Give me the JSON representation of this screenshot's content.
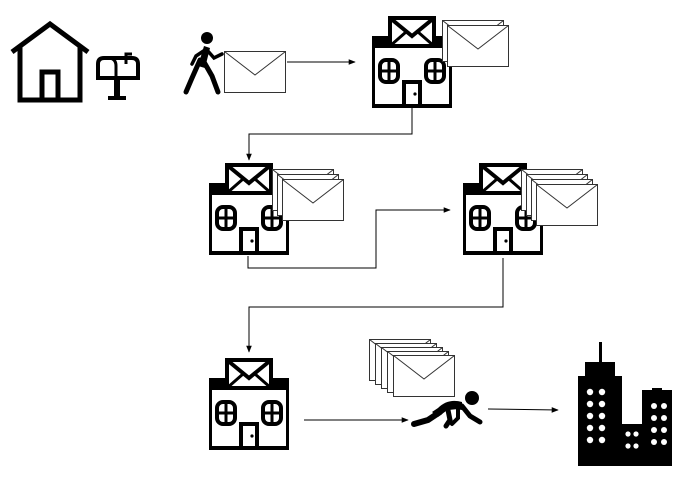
{
  "icons": {
    "home": "house-icon",
    "mailbox": "mailbox-icon",
    "sender": "walking-person-icon",
    "letter": "envelope-icon",
    "post_office": "post-office-icon",
    "courier": "crawling-person-icon",
    "destination": "city-buildings-icon"
  },
  "colors": {
    "ink": "#000000",
    "envelope_fill": "#ffffff",
    "envelope_stroke": "#333333",
    "arrow": "#000000"
  },
  "flow": [
    {
      "from": "sender",
      "to": "post-office-1"
    },
    {
      "from": "post-office-1",
      "to": "post-office-2"
    },
    {
      "from": "post-office-2",
      "to": "post-office-3"
    },
    {
      "from": "post-office-3",
      "to": "post-office-4"
    },
    {
      "from": "post-office-4",
      "to": "courier"
    },
    {
      "from": "courier",
      "to": "destination"
    }
  ],
  "letter_stacks": {
    "post_office_1": 2,
    "post_office_2": 3,
    "post_office_3": 4,
    "courier": 5
  }
}
